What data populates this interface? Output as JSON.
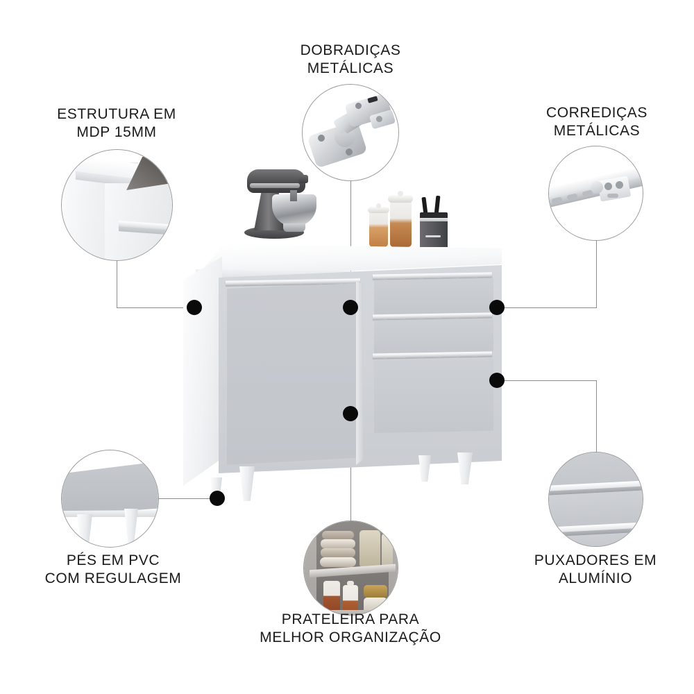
{
  "page": {
    "title": "Balcão de cozinha — destaques do produto",
    "background": "#ffffff",
    "line_color": "#8d8d8d",
    "dot_color": "#0a0a0a",
    "text_color": "#1a1a1a"
  },
  "callouts": [
    {
      "id": "estrutura",
      "label": "ESTRUTURA EM\nMDP 15MM",
      "detail": "corner of white MDP panel showing 15mm thickness",
      "icon": "panel-corner-icon",
      "label_position": "above"
    },
    {
      "id": "dobradicas",
      "label": "DOBRADIÇAS\nMETÁLICAS",
      "detail": "metal concealed cabinet hinge",
      "icon": "hinge-icon",
      "label_position": "above"
    },
    {
      "id": "corredicas",
      "label": "CORREDIÇAS\nMETÁLICAS",
      "detail": "metal drawer slide rail",
      "icon": "slide-rail-icon",
      "label_position": "above"
    },
    {
      "id": "pes",
      "label": "PÉS EM PVC\nCOM REGULAGEM",
      "detail": "gray cabinet base on white tapered PVC legs",
      "icon": "leg-icon",
      "label_position": "below"
    },
    {
      "id": "prateleira",
      "label": "PRATELEIRA PARA\nMELHOR ORGANIZAÇÃO",
      "detail": "interior shelf holding bowls and canisters",
      "icon": "shelf-icon",
      "label_position": "below"
    },
    {
      "id": "puxadores",
      "label": "PUXADORES EM\nALUMÍNIO",
      "detail": "aluminium handle profile on drawer fronts",
      "icon": "handle-icon",
      "label_position": "below"
    }
  ],
  "product": {
    "name": "balcao-de-cozinha",
    "body_color": "#ffffff",
    "front_color": "#cfd2d6",
    "handle_color": "#e9eaec",
    "leg_color": "#f2f3f5",
    "parts": [
      {
        "name": "countertop",
        "label": "Tampo"
      },
      {
        "name": "door",
        "label": "Porta"
      },
      {
        "name": "drawer-top",
        "label": "Gaveta superior"
      },
      {
        "name": "drawer-middle",
        "label": "Gaveta do meio"
      },
      {
        "name": "drawer-bottom",
        "label": "Gaveta inferior"
      },
      {
        "name": "legs",
        "label": "Pés"
      }
    ]
  },
  "countertop_items": [
    {
      "name": "stand-mixer",
      "label": "Batedeira",
      "color": "#5c5c5e"
    },
    {
      "name": "canister-small",
      "label": "Pote pequeno",
      "color": "#c89063"
    },
    {
      "name": "canister-large",
      "label": "Pote grande",
      "color": "#b5713f"
    },
    {
      "name": "knife-block",
      "label": "Porta-facas",
      "color": "#57585b"
    }
  ]
}
